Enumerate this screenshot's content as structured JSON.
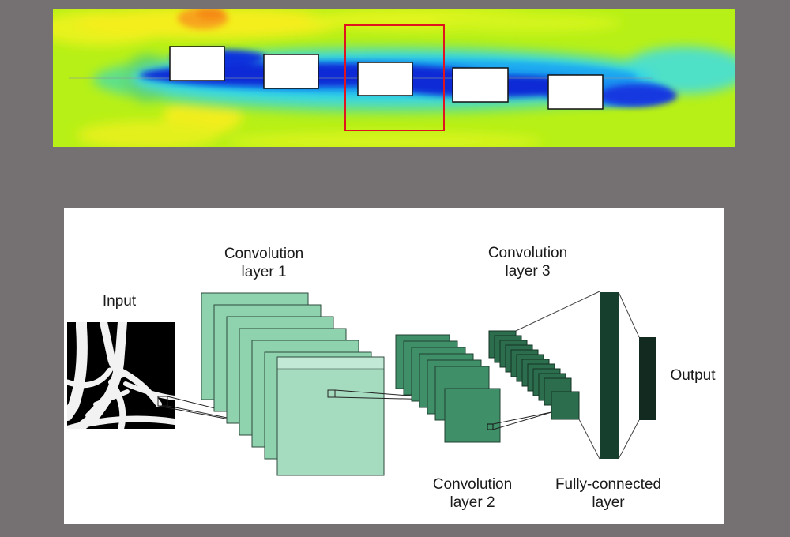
{
  "labels": {
    "input": "Input",
    "conv1_line1": "Convolution",
    "conv1_line2": "layer 1",
    "conv2_line1": "Convolution",
    "conv2_line2": "layer 2",
    "conv3_line1": "Convolution",
    "conv3_line2": "layer 3",
    "fc_line1": "Fully-connected",
    "fc_line2": "layer",
    "output": "Output"
  },
  "colors": {
    "background": "#757071",
    "flow_field": "#b7f016",
    "wake_blue": "#0a2ad6",
    "highlight_box": "#e0141e",
    "conv1_fill": "#8fd3ae",
    "conv2_fill": "#3f8f68",
    "conv3_fill": "#2c6d4d",
    "fc_fill": "#173f2e",
    "output_fill": "#122a20"
  }
}
